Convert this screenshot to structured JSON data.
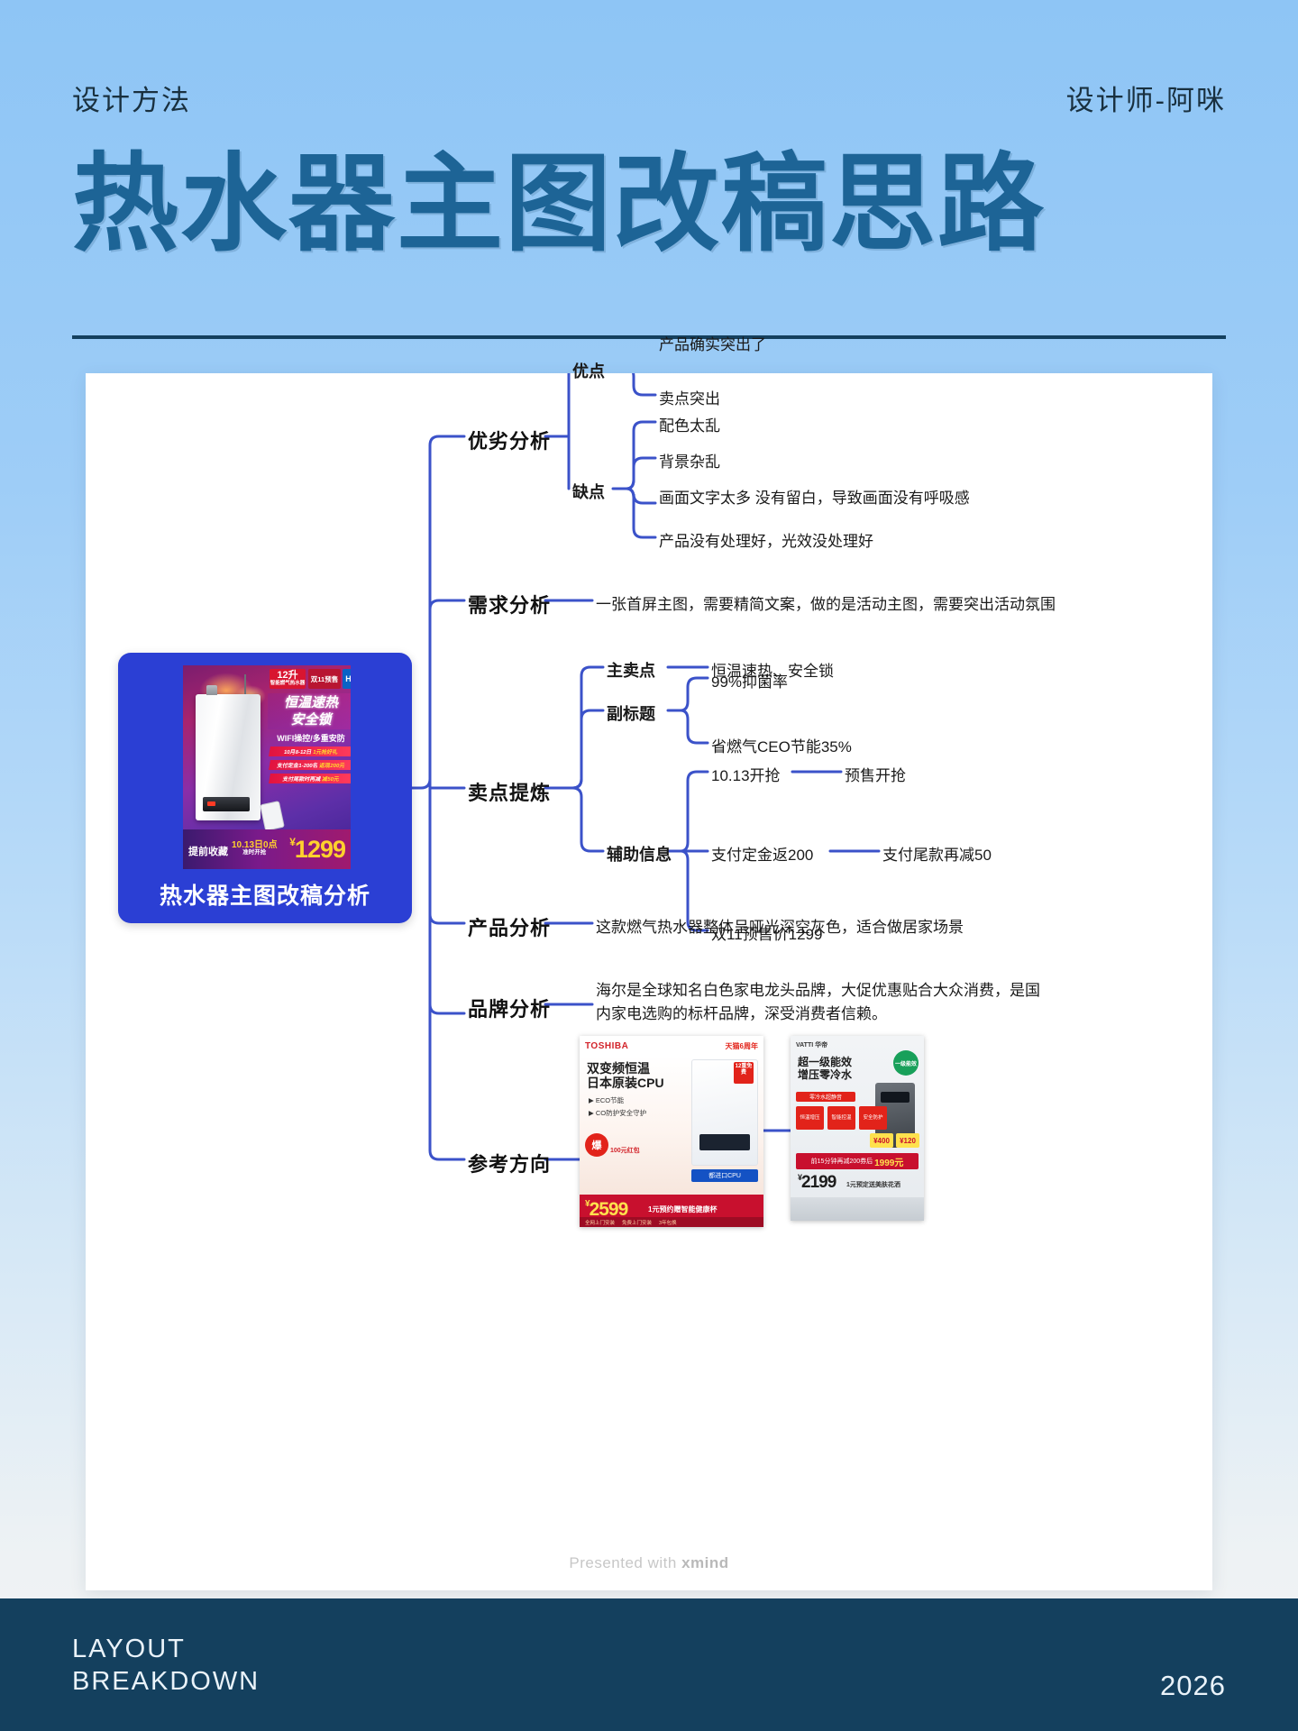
{
  "header": {
    "eyebrow": "设计方法",
    "author": "设计师-阿咪",
    "title": "热水器主图改稿思路"
  },
  "footer": {
    "line1": "LAYOUT",
    "line2": "BREAKDOWN",
    "year": "2026"
  },
  "board": {
    "watermark_prefix": "Presented with ",
    "watermark_brand": "xmind"
  },
  "root": {
    "title": "热水器主图改稿分析",
    "poster": {
      "tag_volume_main": "12升",
      "tag_volume_sub": "智能燃气热水器",
      "tag_double11": "双11预售",
      "brand": "Haier",
      "slogan_line1": "恒温速热",
      "slogan_line2": "安全锁",
      "feature": "WIFI操控/多重安防",
      "bar1_pre": "10月8-12日",
      "bar1_hl": "1元抢好礼",
      "bar2_pre": "支付定金1-200名",
      "bar2_hl": "返现200元",
      "bar3_pre": "支付尾款时再减",
      "bar3_hl": "减50元",
      "foot_collect": "提前收藏",
      "foot_date": "10.13日0点",
      "foot_date_sub": "准时开抢",
      "price_symbol": "¥",
      "price": "1299"
    }
  },
  "mindmap": {
    "branches": [
      {
        "label": "优劣分析",
        "children": [
          {
            "label": "优点",
            "items": [
              "产品确实突出了",
              "卖点突出"
            ]
          },
          {
            "label": "缺点",
            "items": [
              "配色太乱",
              "背景杂乱",
              "画面文字太多  没有留白，导致画面没有呼吸感",
              "产品没有处理好，光效没处理好"
            ]
          }
        ]
      },
      {
        "label": "需求分析",
        "leaf": "一张首屏主图，需要精简文案，做的是活动主图，需要突出活动氛围"
      },
      {
        "label": "卖点提炼",
        "children": [
          {
            "label": "主卖点",
            "leaf": "恒温速热、安全锁"
          },
          {
            "label": "副标题",
            "items": [
              "99%抑菌率",
              "省燃气CEO节能35%"
            ]
          },
          {
            "label": "辅助信息",
            "rows": [
              {
                "text": "10.13开抢",
                "tail": "预售开抢"
              },
              {
                "text": "支付定金返200",
                "tail": "支付尾款再减50"
              },
              {
                "text": "双11预售价1299",
                "tail": ""
              }
            ]
          }
        ]
      },
      {
        "label": "产品分析",
        "leaf": "这款燃气热水器整体呈哑光深空灰色，适合做居家场景"
      },
      {
        "label": "品牌分析",
        "leaf": "海尔是全球知名白色家电龙头品牌，大促优惠贴合大众消费，是国内家电选购的标杆品牌，深受消费者信赖。"
      },
      {
        "label": "参考方向",
        "refs": [
          "toshiba-reference-image",
          "vatti-reference-image"
        ]
      }
    ]
  },
  "ref_a": {
    "brand": "TOSHIBA",
    "tmall": "天猫6周年",
    "title_l1": "双变频恒温",
    "title_l2": "日本原装CPU",
    "bullet1": "ECO节能",
    "bullet2": "CO防护安全守护",
    "badge": "12重免费",
    "blue": "都进口CPU",
    "bao": "爆",
    "hong": "100元红包",
    "price_symbol": "¥",
    "price": "2599",
    "sub": "1元预约赠智能健康杯",
    "chips": [
      "全网上门安装",
      "免费上门安装",
      "3年包换"
    ]
  },
  "ref_b": {
    "brand": "VATTI 华帝",
    "green": "一级能效",
    "title_l1": "超一级能效",
    "title_l2": "增压零冷水",
    "strip": "零冷水超静音",
    "card1": "恒温增压",
    "card2": "智能控温",
    "card3": "安全防护",
    "chip1": "¥400",
    "chip2": "¥120",
    "red_pre": "前15分钟再减200券后",
    "red_price": "1999元",
    "price_symbol": "¥",
    "price": "2199",
    "sub": "1元预定送美肤花洒"
  }
}
